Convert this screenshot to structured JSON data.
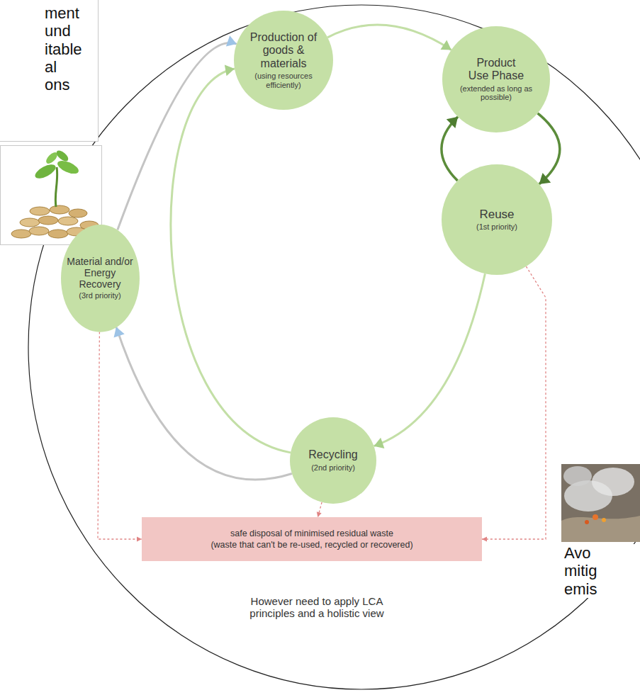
{
  "diagram": {
    "nodes": [
      {
        "text": [
          "ment und itable al ons"
        ]
      },
      {
        "text": [
          "Production of goods & materials",
          "(using resources efficiently)"
        ]
      },
      {
        "text": [
          "Product Use Phase",
          "(extended as long as possible)"
        ]
      },
      {
        "text": [
          "Reuse",
          "(1st priority)"
        ]
      },
      {
        "text": [
          "Material and/or Energy Recovery",
          "(3rd priority)"
        ]
      },
      {
        "text": [
          "Recycling",
          "(2nd priority)"
        ]
      },
      {
        "text": [
          "safe disposal of minimised residual waste",
          "(waste that can't be re-used, recycled or recovered)"
        ]
      }
    ],
    "edges": [
      {
        "from": 1,
        "to": 2,
        "arrow": "to"
      },
      {
        "from": 2,
        "to": 3,
        "arrow": "to"
      },
      {
        "from": 3,
        "to": 2,
        "arrow": "to"
      },
      {
        "from": 3,
        "to": 5,
        "arrow": "to"
      },
      {
        "from": 5,
        "to": 1,
        "arrow": "to"
      },
      {
        "from": 5,
        "to": 4,
        "arrow": "to"
      },
      {
        "from": 4,
        "to": 1,
        "arrow": "to"
      },
      {
        "from": 4,
        "to": 6,
        "arrow": "to"
      },
      {
        "from": 5,
        "to": 6,
        "arrow": "to"
      },
      {
        "from": 3,
        "to": 6,
        "arrow": "to"
      }
    ],
    "labels": [
      "However need to apply LCA principles and a holistic view",
      "Avo mitig emis"
    ]
  }
}
